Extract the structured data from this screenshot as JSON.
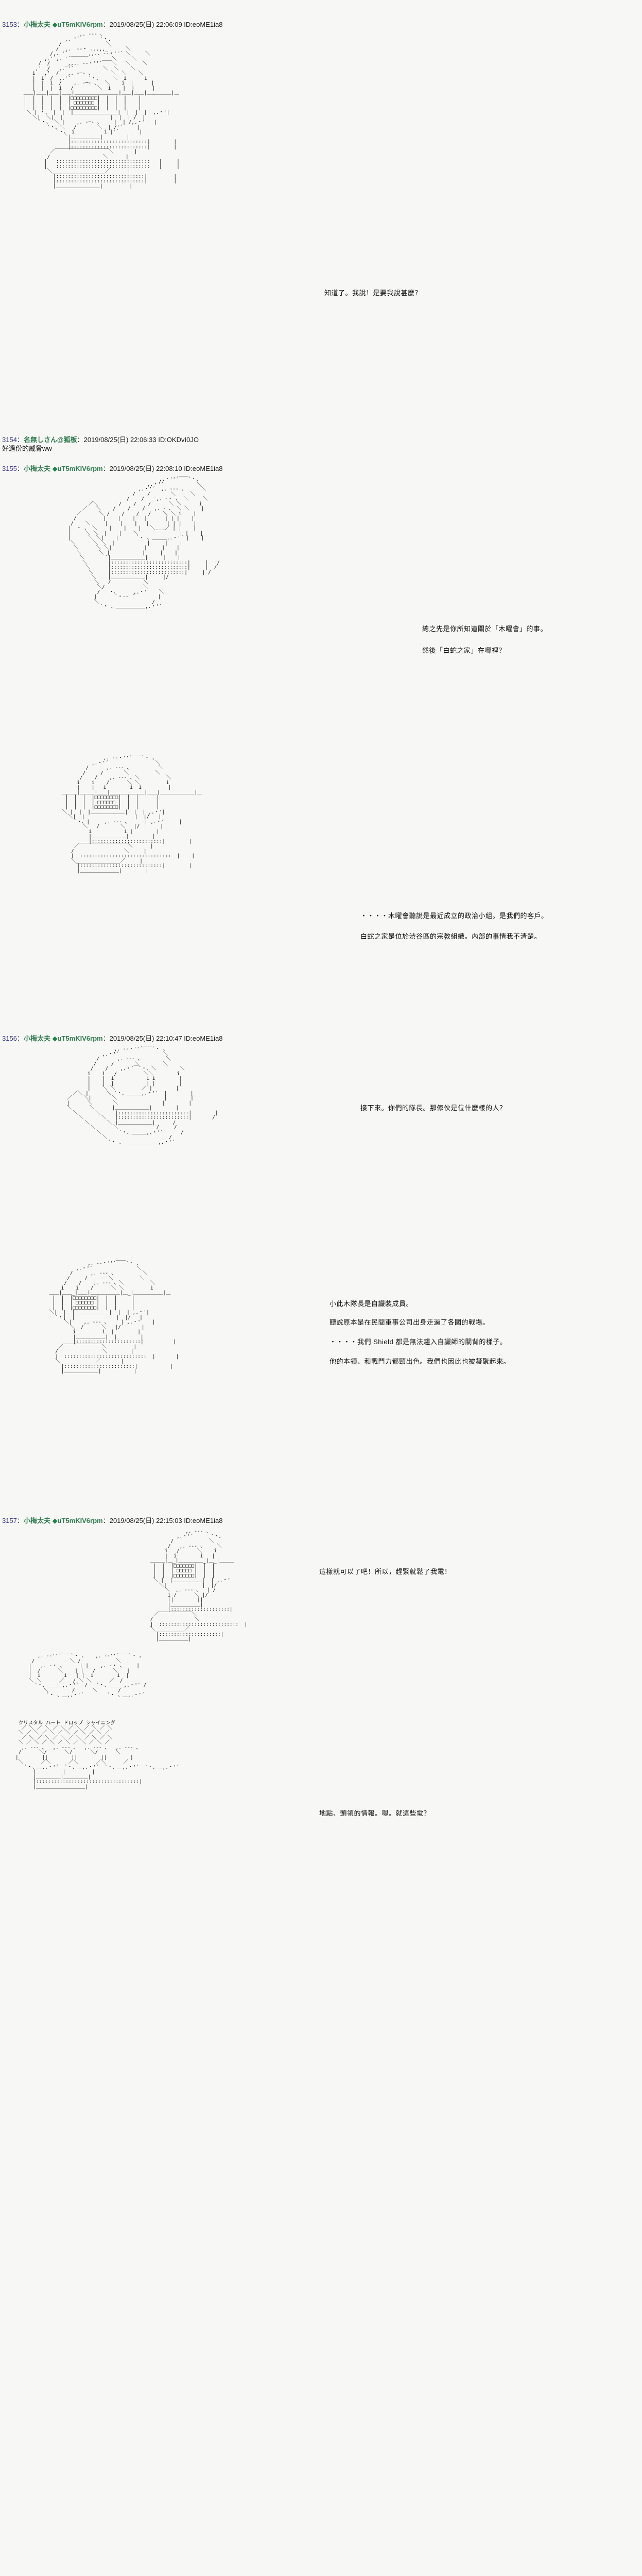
{
  "board": {
    "background_color": "#f7f7f5",
    "name_color": "#2f7a4f",
    "number_color": "#3a3a8c",
    "text_color": "#111111",
    "trip_diamond": "◆"
  },
  "posts": [
    {
      "number": "3153",
      "separator": "：",
      "name": "小梅太夫",
      "diamond": "◆",
      "trip": "uT5mKIV6rpm",
      "date": "2019/08/25(日) 22:06:09",
      "id_label": "ID:eoME1ia8",
      "body_lines": [],
      "speeches": [
        "知道了。我說！是要我說甚麼？"
      ]
    },
    {
      "number": "3154",
      "separator": "：",
      "name": "名無しさん@狐板",
      "diamond": "",
      "trip": "",
      "date": "2019/08/25(日) 22:06:33",
      "id_label": "ID:OKDvI0JO",
      "body_lines": [
        "好過份的威脅ww"
      ],
      "speeches": []
    },
    {
      "number": "3155",
      "separator": "：",
      "name": "小梅太夫",
      "diamond": "◆",
      "trip": "uT5mKIV6rpm",
      "date": "2019/08/25(日) 22:08:10",
      "id_label": "ID:eoME1ia8",
      "body_lines": [],
      "speeches": [
        "總之先是你所知道關於「木曜會」的事。",
        "然後「白蛇之家」在哪裡？",
        "・・・・木曜會聽說是最近成立的政治小組。是我們的客戶。",
        "白蛇之家是位於渋谷區的宗教組織。內部的事情我不清楚。"
      ]
    },
    {
      "number": "3156",
      "separator": "：",
      "name": "小梅太夫",
      "diamond": "◆",
      "trip": "uT5mKIV6rpm",
      "date": "2019/08/25(日) 22:10:47",
      "id_label": "ID:eoME1ia8",
      "body_lines": [],
      "speeches": [
        "接下來。你們的隊長。那傢伙是位什麼樣的人？",
        "小此木隊長是自讝裝成員。",
        "聽說原本是在民間軍事公司出身走過了各國的戰場。",
        "・・・・我們 Shield 都是無法趨入自讝師的關背的樣子。",
        "他的本領、和戰鬥力都頸出色。我們也因此也被凝聚起來。"
      ]
    },
    {
      "number": "3157",
      "separator": "：",
      "name": "小梅太夫",
      "diamond": "◆",
      "trip": "uT5mKIV6rpm",
      "date": "2019/08/25(日) 22:15:03",
      "id_label": "ID:eoME1ia8",
      "body_lines": [],
      "speeches": [
        "這樣就可以了吧！所以，趕緊就鬆了我電！",
        "地點、頭領的情報。嗯。就這些電？"
      ]
    }
  ],
  "aa": {
    "p3153": "                    ,. --- 、\n               ,. '´       `・.\n             /               ＼\n            /  ,.  --・ ...,,_      ＼\n          /,. '´ ______,,.. -‐・''´ ＼     ＼\n        ,.'´,. '´              ＼     ＼\n      /  /     _,,.. -‐・''´￣￣＼   ＼    ＼\n     ,'  /   ,. '´          ＼  ＼    ＼\n    i   ,'  /   ,. -─- 、      ＼  ＼    ＼\n    |  i  /  ,.'´      `・、    ＼  i      i\n    |  |  i  /    ,. -─- 、  ＼    i  |      |\n    |  |  |  i   /        ＼  i    |  |      |\n ＿＿|＿＿|＿＿|＿＿|＿＿＿＿＿＿＿＿＿|＿＿|＿＿|＿＿＿＿＿|＿\n |  |  |  |  |  |□□□□□□□□□|  |  |  |    |\n |  |  |  |  |  | □□□□□□□ |  |  |  |    |\n |  |  |  |  |  |□□□□□□□□□|  |  |  |    |\n  ＼ | ・、 |  |  |＿＿＿＿＿＿＿＿＿|  |  |  |  ,.・'|\n    ＼|  ＼|  |                |  |  | /  |\n      `・、 ＼ |    ,. -─- 、    |  | /,.・'   |\n         `・、＼   /       ＼  | /'´     |\n            `・、 i          i |'´       |\n               `|＿＿＿＿＿＿|        |\n                |::::::::::::::::::::::::::|        |\n                |::::::::::::::::::::::::::|        |\n          ／￣￣￣￣￣￣￣￣￣￣￣＼       |\n         /                  ＼      |\n        |   ::::::::::::::::::::::::::::::::   |     |\n        |   ::::::::::::::::::::::::::::::::   |     |\n         ＼__________________／      |\n           |::::::::::::::::::::::::::::::|         |\n           |::::::::::::::::::::::::::::::|         |\n           |＿＿＿＿＿＿＿＿＿|         |",
    "p3155a": "                                 ,.・''´￣￣`・、\n                             ,.・'´           ＼\n                          ,.・'´  ,. -‐- 、     ＼\n                        /    /       ＼     ＼\n                      /    /    ,. -・ 、 ＼     ＼\n         ／＼       /    /    /      ＼ ＼      i\n       ／   ＼    /    /    /   ,. - 、 ＼ ＼    |\n     ／      ＼ /    /    /   /    ＼ ＼ i    |\n    /         |    |    |   |      | | |    |\n   /    ＼     |    |    |   |      | | |    |\n  |  ・ 、 ＼    |    |    |   ＼＿＿／ | |    |\n  |     ＼ ＼  |    |    ＼              | |    |\n  |      ＼ ＼|    |      `・ 、＿＿＿,.・'´ |    |\n   ＼      ＼ ＼  |           |     |    |\n    ＼      ＼ ＼|           |     |    |\n     ＼      ＼ |           |     |    |\n      ＼       `|＿＿＿＿＿＿＿|     |    |\n       ＼       |::::::::::::::::::::::::::|     |   /\n        ＼      |::::::::::::::::::::::::::|     |  /\n         ＼     |:::::::::::::::::::::::::|     | /\n          ＼    |＿＿＿＿＿＿＿|     |/\n           ＼   /           ＼\n            ＼/             ＼\n            /   ・、     ,.・'    ＼\n           |      `・-‐'´        |\n           ＼                  /\n             `・ 、＿＿＿＿＿＿,.・'´",
    "p3155b": "               ,. -‐・''´￣￣`・ 、\n           ,.・'´                ＼\n         /      ,. -‐- 、         ＼\n        /     /       ＼         ＼\n       /    /    ,. -‐- 、＼         ＼\n      i    i    /      ＼ ＼         i\n      |    |   i        i  i         |\n ＿＿＿|＿＿＿|＿＿|＿＿＿＿＿＿＿|＿＿|＿＿＿＿＿＿＿|＿\n  |  |  |  |□□□□□□□□|  |  |      |\n  |  |  |  | □□□□□□ |  |  |      |\n  |  |  |  |□□□□□□□□|  |  |      |\n ＼ |  |  |＿＿＿＿＿＿＿|  |  | ,.・'|\n   ＼|  |                 |  |/   |\n     `・、|     ,. -‐- 、     | ,.・'     |\n        ＼   /       ＼   |/       |\n          i           i |        |\n          |＿＿＿＿＿＿＿|        |\n          |::::::::::::::::::::::::|        |\n     ／￣￣￣￣￣￣￣￣￣￣＼      |\n    /                 ＼     |\n    |  :::::::::::::::::::::::::::::::  |    |\n    ＼_______________／     |\n      |::::::::::::::::::::::::::::|        |\n      |＿＿＿＿＿＿＿＿|        |",
    "p3156a": "                ,. -‐・''´￣￣`・ 、\n            ,.・'´               ＼\n          /      ,. -‐- 、        ＼\n         /     /       ＼        ＼\n        /    /    ,.・´￣`・、＼        ＼\n       i    i   /         ＼＼        i\n       |    |  i           i i        |\n       |    |  |           | |        |\n       |    ＼ ＼         ／ |        |\n  ／＼ |      ＼ `・、＿＿＿,.・'´  |        |\n／    ＼|       ＼                |        |\n|      ＼       ＼               |        |\n＼      ＼      |＿＿＿＿＿＿＿|        |\n  ＼      ＼     |::::::::::::::::::::::::|        |\n    ＼      ＼   |::::::::::::::::::::::::|       /\n      ＼      ＼ |＿＿＿＿＿＿＿|      /\n        ＼      ＼             /     /\n          ＼      `・、＿＿＿,.・'´      /\n            ＼                     /\n              `・ 、＿＿＿＿＿＿＿,.・'´",
    "p3156b": "              ,. -‐・''´￣￣`・ 、\n          ,.・'´               ＼\n        /      ,. -‐- 、         ＼\n       /     /       ＼         ＼\n      /    /    ,. -‐- 、＼         ＼\n     i    i    /      ＼ ＼         i\n ＿＿|＿＿_|＿＿|＿＿＿＿＿＿|＿_|＿＿＿＿＿＿|＿\n  |  |  |□□□□□□□□|  |  |     |\n  |  |  | □□□□□□ |  |  |     |\n  |  |  |□□□□□□□□|  |  |     |\n ＼|  |  |＿＿＿＿＿＿＿|  |  | ,.・'|\n   `・|  |              |  |/   |\n      ＼|    ,. -‐- 、    | ,.・'    |\n        ＼  /      ＼   |/       |\n         i         i  |        |\n         |＿＿＿＿＿＿|  |        |\n         |::::::::::::::::::::::|          |\n    ／￣￣￣￣￣￣￣￣＼         |\n   /               ＼        |\n   |  ::::::::::::::::::::::::::::  |       |\n   ＼____________／       |\n     |::::::::::::::::::::::::|           |\n     |＿＿＿＿＿＿＿|           |",
    "p3157a": "                     ,. -‐- 、\n                  ,.・'´      `・、\n                /            ＼\n               /   ,. -‐- 、    ＼\n              i   /      ＼    i\n              |  i        i   |\n         ＿＿＿|＿_|＿＿＿＿＿_|＿_|＿＿＿\n          |  |  |□□□□□□□|  |  |\n          |  |  | □□□□□ |  |  |\n          |  |  |□□□□□□□|  |  |\n          ＼ |  |＿＿＿＿＿＿|  | ,.・'\n            ＼|            |  |/\n              ＼  ,. -‐- 、  | /\n               i /      ＼ |/\n               ||        ||\n               |＿＿＿＿＿＿|\n               |::::::::::::::::::::|\n          ／￣￣￣￣￣￣￣＼\n         /              ＼\n         |  :::::::::::::::::::::::::::  |\n         ＼__________／\n           |:::::::::::::::::::::|\n           |＿＿＿＿＿＿|",
    "p3157b": "    ,. -‐''´￣￣`・ 、   ,. -‐''´￣￣`・ 、\n  /            ＼ /            ＼\n |   ,. -・ 、     | |    ,. -・ 、    |\n |  /      ＼    | |   /      ＼   |\n |  i        i   | |  i        i  |\n ＼ ＼      ／   / ＼ ＼      ／  /\n   `・、＿＿＿,.・'´  /   `・、＿＿＿,.・'´ /\n      ＼        /      ＼       /\n       `・ 、＿,.・'´        `・ 、＿,.・'´",
    "p3157c": " クリスタル ハート ドロップ シャイニング\n  ／ ＼ ／ ＼ ／ ＼ ／ ＼ ／ ＼ ／ ＼\n ＼ ／ ＼ ／ ＼ ／ ＼ ／ ＼ ／ ＼ ／\n  ／ ＼ ／ ＼ ／ ＼ ／ ＼ ／ ＼ ／ ＼\n ＼ ／ ＼ ／ ＼ ／ ＼ ／ ＼ ／ ＼ ／\n  ,. -‐- 、  ,. -‐- 、  ,. -‐- 、  ,. -‐- 、\n /      ＼/      ＼/      ＼/      ＼\n|        ||        ||        ||        |\n ＼      ／＼      ／＼      ／＼      ／\n   `・、＿,.・'´  `・、＿,.・'´  `・、＿,.・'´  `・、＿,.・'´\n      |         |         |\n      |＿＿＿＿＿|＿＿＿＿＿|\n      |:::::::::::::::::::::::::::::::::::|\n      |＿＿＿＿＿＿＿＿＿＿|"
  }
}
